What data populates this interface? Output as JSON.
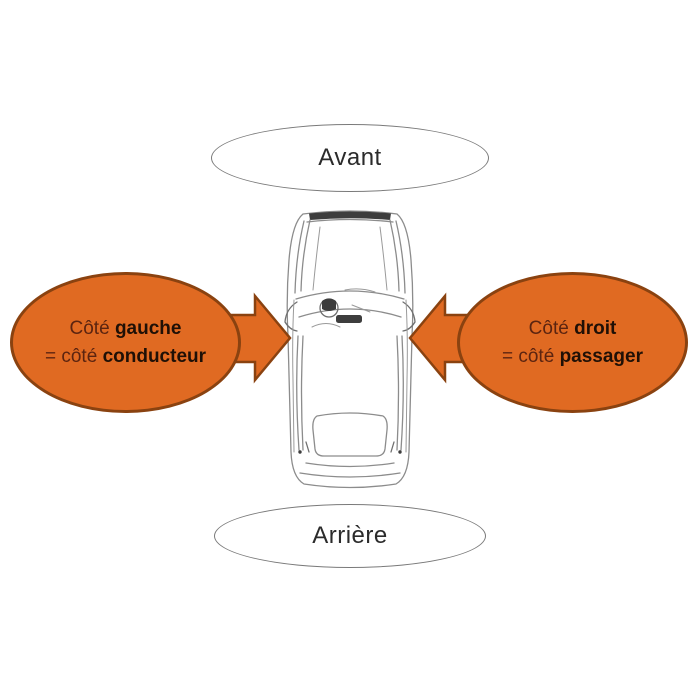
{
  "labels": {
    "front": "Avant",
    "rear": "Arrière"
  },
  "left_callout": {
    "l1_normal": "Côté ",
    "l1_bold": "gauche",
    "l2_normal": "= côté ",
    "l2_bold": "conducteur"
  },
  "right_callout": {
    "l1_normal": "Côté ",
    "l1_bold": "droit",
    "l2_normal": "= côté ",
    "l2_bold": "passager"
  },
  "icons": {
    "left_arrow": "right-pointing-block-arrow",
    "right_arrow": "left-pointing-block-arrow",
    "car": "car-top-view-line-drawing"
  },
  "colors": {
    "callout_fill": "#e06a22",
    "callout_border": "#8a4210",
    "callout_text_normal": "#5b2410",
    "callout_text_bold": "#1f1006",
    "plain_ellipse_border": "#7a7a7a",
    "plain_label_text": "#2b2b2b",
    "sketch_line": "#8c8c8c",
    "background": "#ffffff"
  }
}
